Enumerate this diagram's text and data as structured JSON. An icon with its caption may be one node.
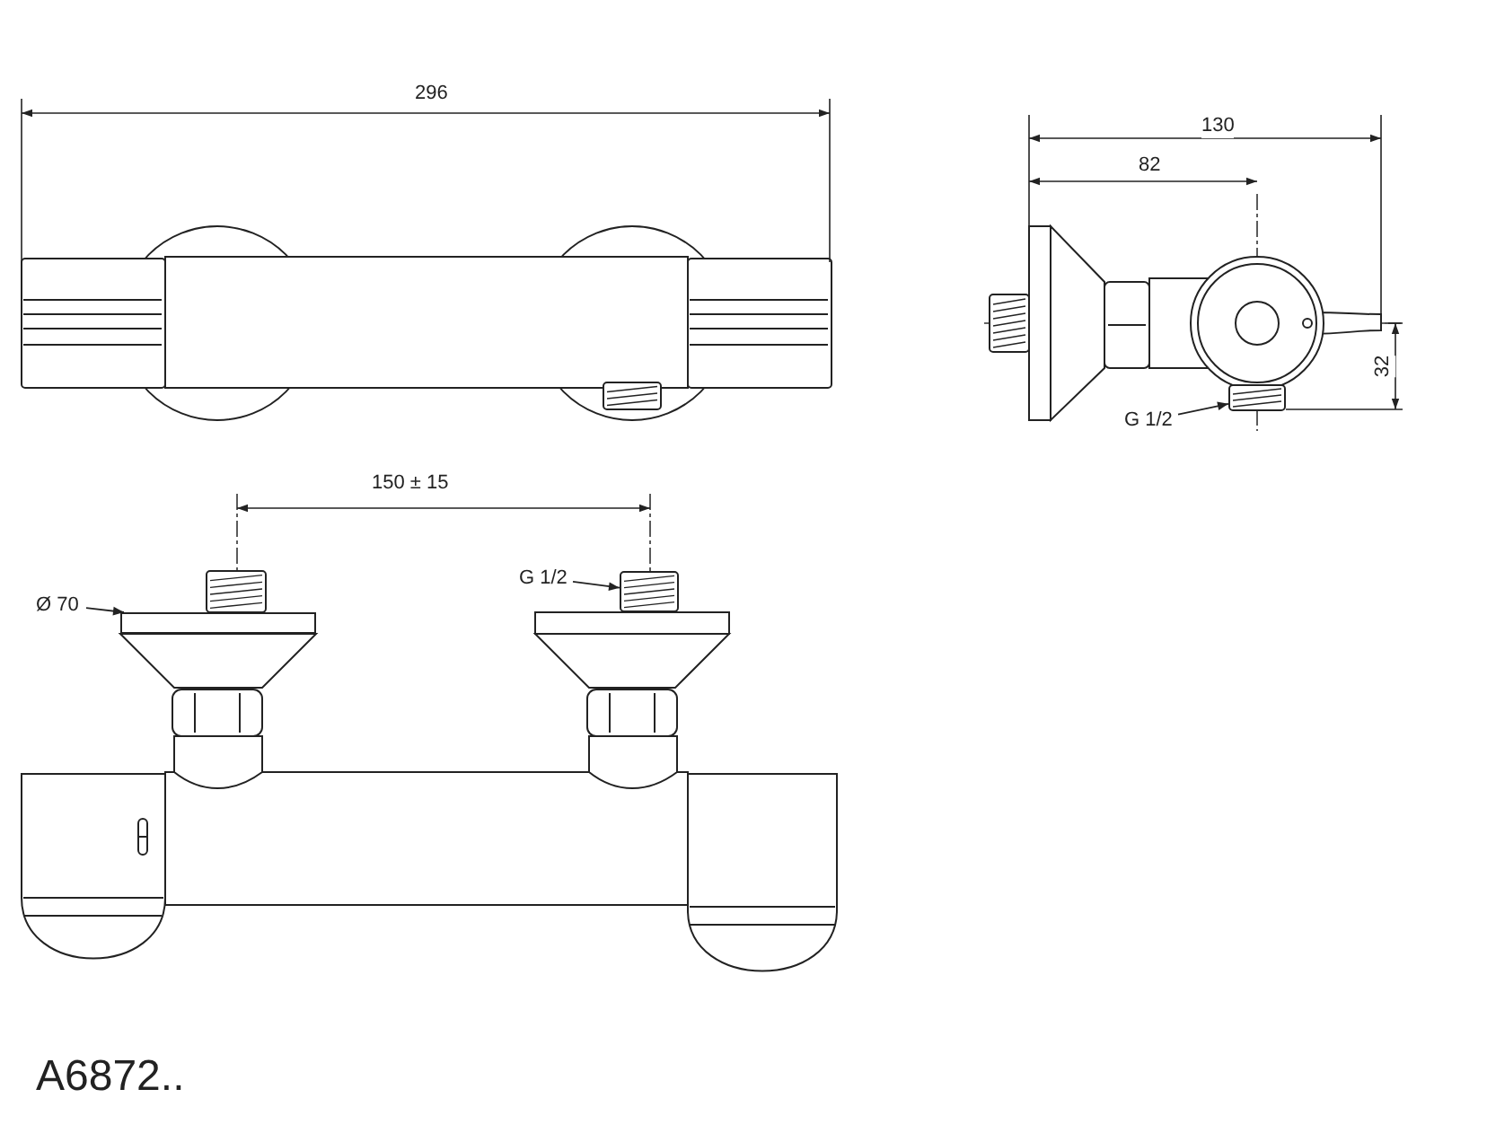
{
  "diagram": {
    "nodes": [
      {
        "text": [
          "G 1/2"
        ]
      },
      {
        "text": [],
        "shape": "picture"
      },
      {
        "text": [
          "Ø 70"
        ]
      },
      {
        "text": [],
        "shape": "box"
      },
      {
        "text": [
          "G 1/2"
        ]
      },
      {
        "text": [],
        "shape": "picture"
      }
    ],
    "edges": [
      {
        "from": 0,
        "to": 1,
        "arrow": "to"
      },
      {
        "from": 2,
        "to": 3,
        "arrow": "to"
      },
      {
        "from": 4,
        "to": 5,
        "arrow": "to"
      }
    ],
    "labels": [
      "296",
      "130",
      "82",
      "32",
      "150 ± 15",
      "A6872.."
    ]
  }
}
